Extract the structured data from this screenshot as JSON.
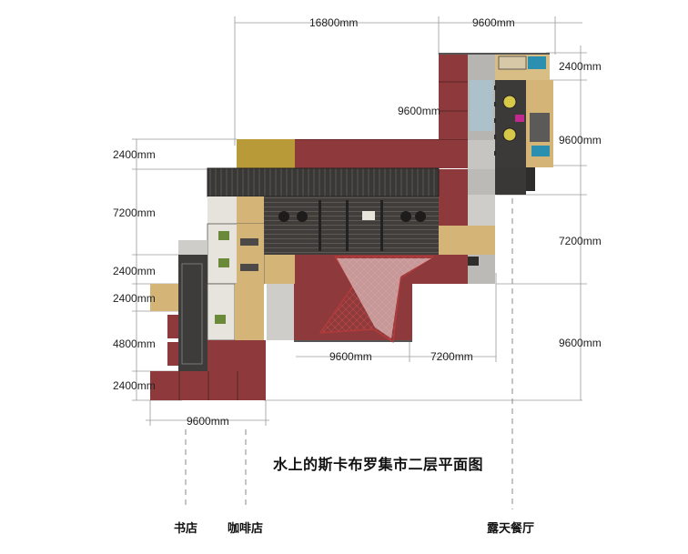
{
  "title": "水上的斯卡布罗集市二层平面图",
  "dimensions": {
    "top_1": "16800mm",
    "top_2": "9600mm",
    "right_1": "2400mm",
    "right_2": "9600mm",
    "right_3": "7200mm",
    "right_4": "9600mm",
    "inner_9600": "9600mm",
    "left_1": "2400mm",
    "left_2": "7200mm",
    "left_3": "2400mm",
    "left_4": "2400mm",
    "left_5": "4800mm",
    "left_6": "2400mm",
    "bottom_1": "9600mm",
    "bottom_2": "7200mm",
    "bottom_3": "9600mm"
  },
  "labels": {
    "bookstore": "书店",
    "cafe": "咖啡店",
    "outdoor_restaurant": "露天餐厅"
  },
  "colors": {
    "roof_red": "#8e3a3c",
    "deck_dark": "#3c3a38",
    "timber": "#d4b477",
    "concrete": "#b9b7b3",
    "olive": "#b89a38",
    "dim_line": "#999999"
  }
}
